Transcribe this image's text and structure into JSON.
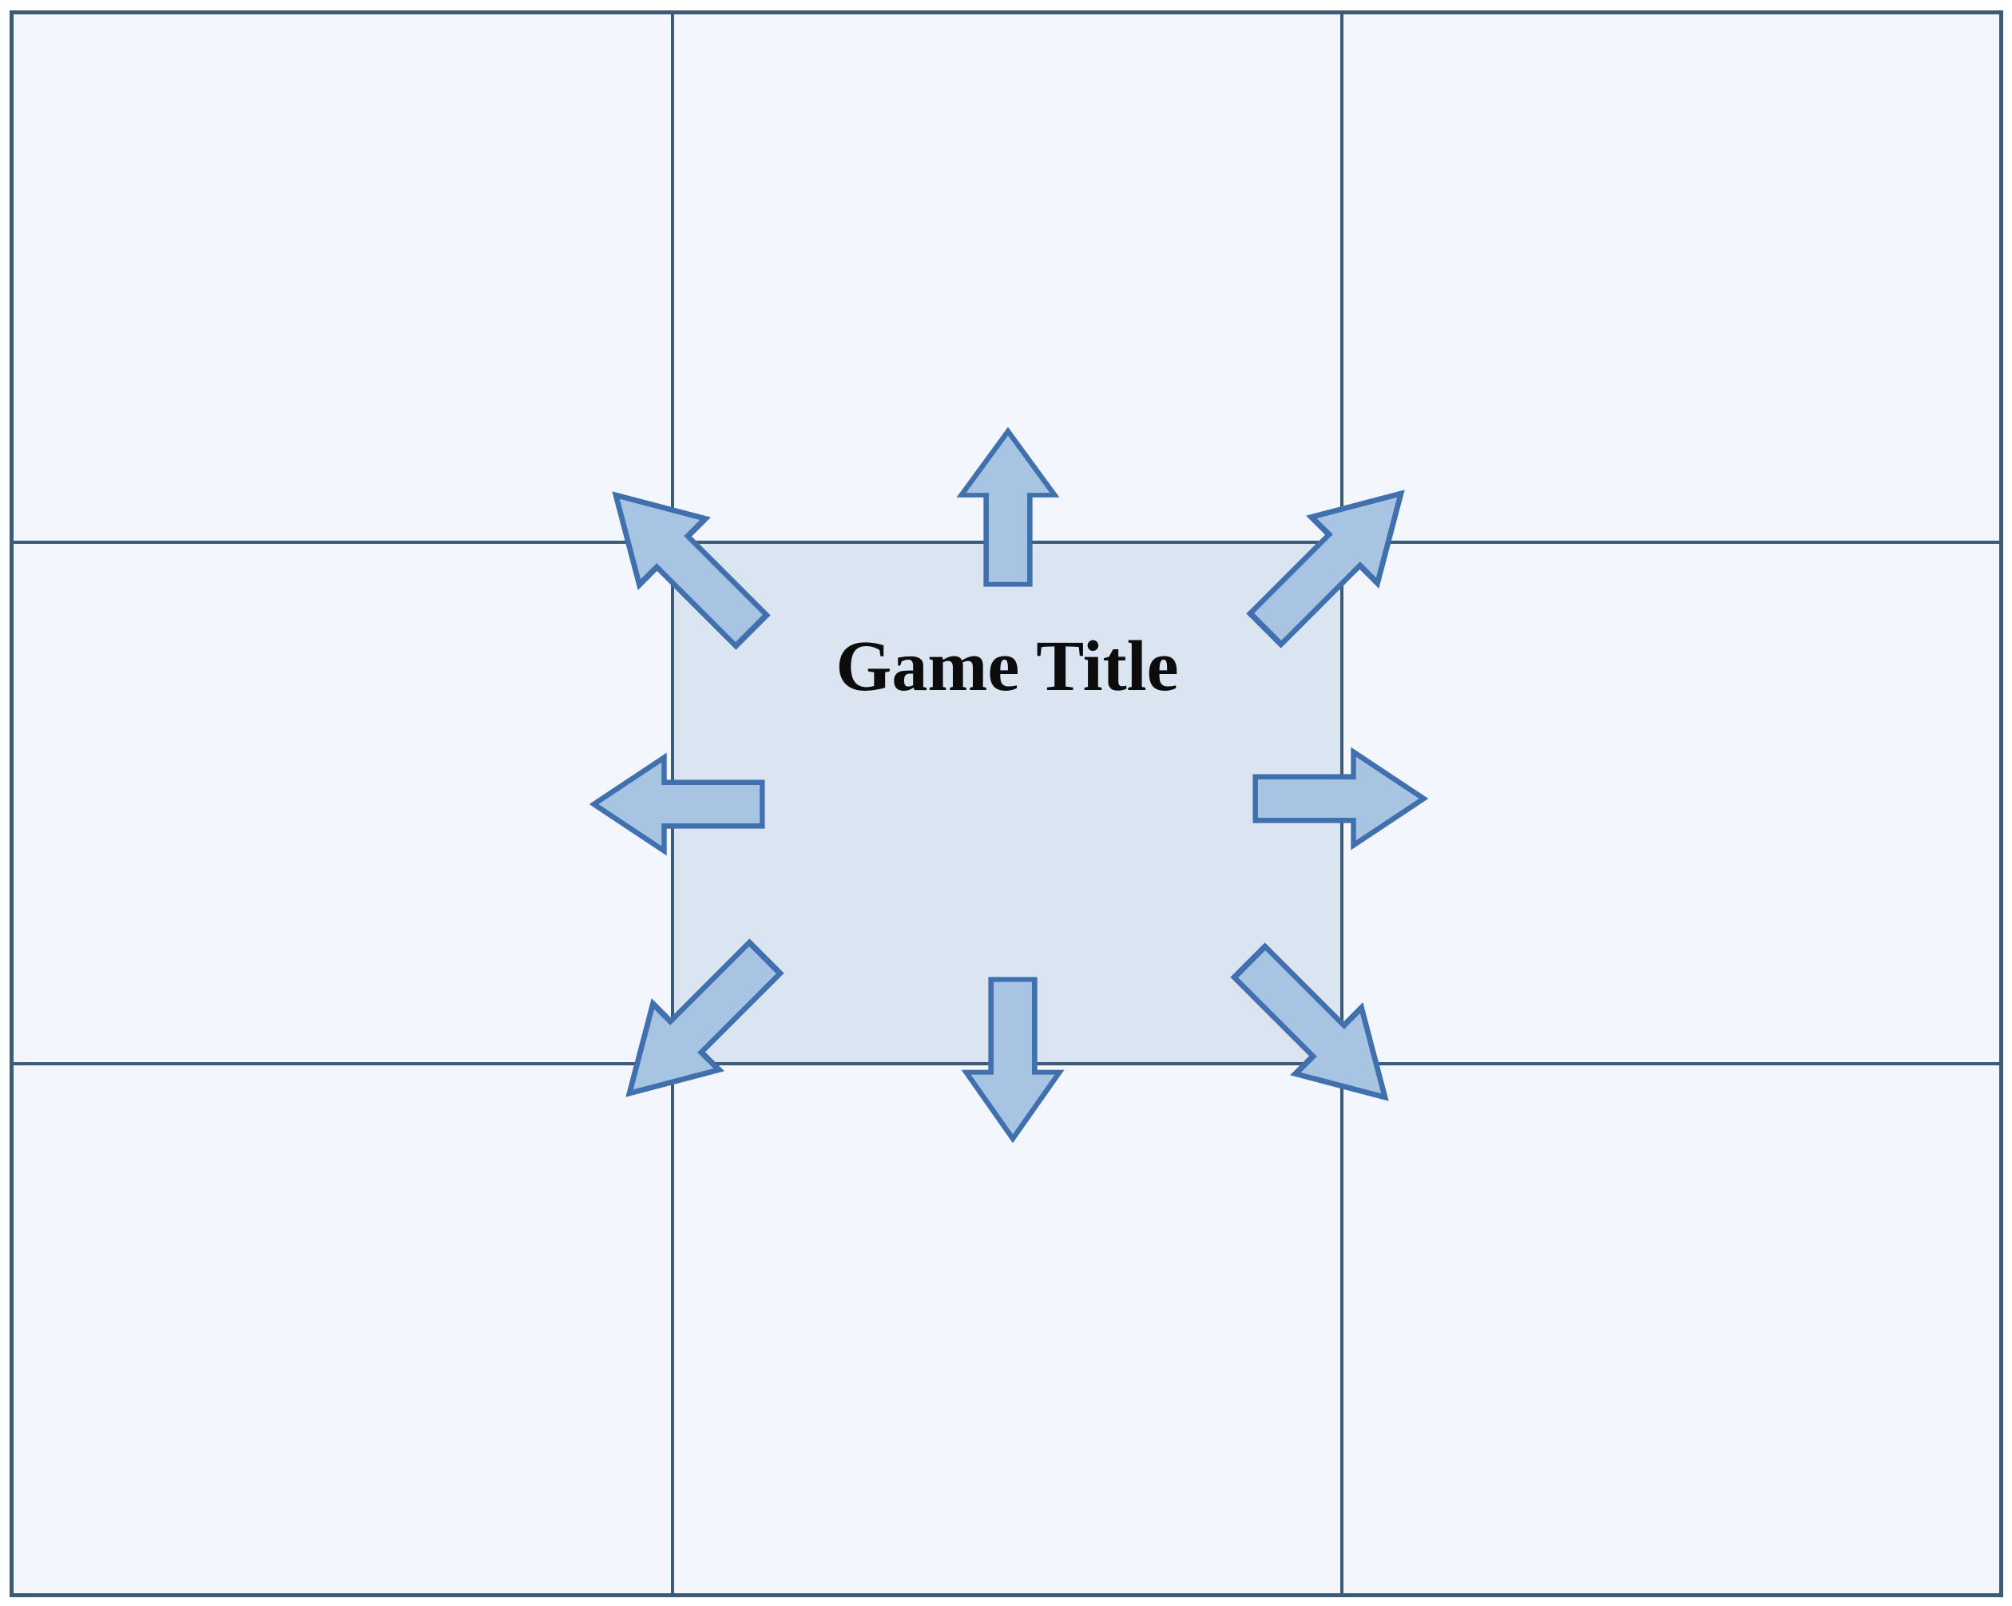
{
  "diagram": {
    "title": "Game Title",
    "description": "3x3 screen map grid with a central title screen box and eight outward navigation arrows",
    "grid": {
      "rows": 3,
      "cols": 3,
      "center_cell_shaded": true
    },
    "arrows": [
      {
        "direction": "up",
        "icon": "arrow-up-icon"
      },
      {
        "direction": "up-right",
        "icon": "arrow-up-right-icon"
      },
      {
        "direction": "right",
        "icon": "arrow-right-icon"
      },
      {
        "direction": "down-right",
        "icon": "arrow-down-right-icon"
      },
      {
        "direction": "down",
        "icon": "arrow-down-icon"
      },
      {
        "direction": "down-left",
        "icon": "arrow-down-left-icon"
      },
      {
        "direction": "left",
        "icon": "arrow-left-icon"
      },
      {
        "direction": "up-left",
        "icon": "arrow-up-left-icon"
      }
    ],
    "colors": {
      "page_background": "#ffffff",
      "cell_fill": "#f3f7fd",
      "center_cell_fill": "#dbe5f2",
      "grid_line": "#3d5a77",
      "arrow_fill": "#a8c4e3",
      "arrow_stroke": "#4170ae",
      "title_text": "#0c0c0c"
    }
  }
}
